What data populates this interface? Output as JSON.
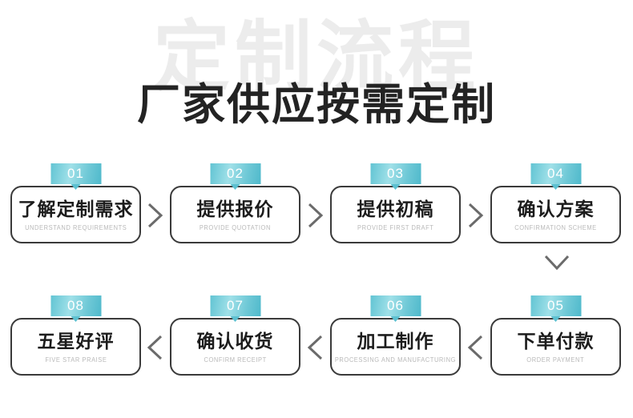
{
  "header": {
    "watermark_text": "定制流程",
    "title": "厂家供应按需定制"
  },
  "theme": {
    "badge_gradient_start": "#62c4d3",
    "badge_gradient_mid": "#9fe0e8",
    "badge_gradient_end": "#4fb9cb",
    "box_border": "#3a3a3a",
    "title_color": "#232323",
    "watermark_color": "#ececec",
    "subtitle_color": "#b9b9b9",
    "chevron_color": "#6b6b6b"
  },
  "flow": {
    "row1": [
      {
        "number": "01",
        "cn": "了解定制需求",
        "en": "UNDERSTAND REQUIREMENTS"
      },
      {
        "number": "02",
        "cn": "提供报价",
        "en": "PROVIDE QUOTATION"
      },
      {
        "number": "03",
        "cn": "提供初稿",
        "en": "PROVIDE FIRST DRAFT"
      },
      {
        "number": "04",
        "cn": "确认方案",
        "en": "CONFIRMATION SCHEME"
      }
    ],
    "row2": [
      {
        "number": "08",
        "cn": "五星好评",
        "en": "FIVE STAR PRAISE"
      },
      {
        "number": "07",
        "cn": "确认收货",
        "en": "CONFIRM RECEIPT"
      },
      {
        "number": "06",
        "cn": "加工制作",
        "en": "PROCESSING AND MANUFACTURING"
      },
      {
        "number": "05",
        "cn": "下单付款",
        "en": "ORDER PAYMENT"
      }
    ],
    "connectors": {
      "row1_direction": "right",
      "row2_direction": "left",
      "row_link_direction": "down"
    }
  }
}
